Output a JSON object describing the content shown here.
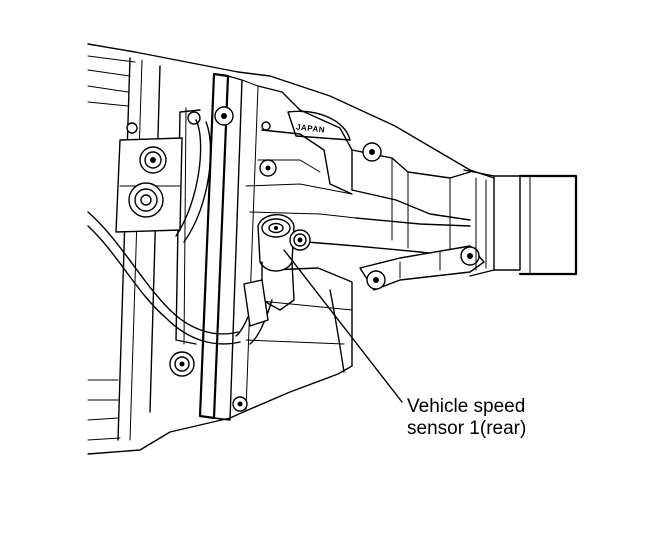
{
  "diagram": {
    "callout": {
      "line1": "Vehicle speed",
      "line2": "sensor 1(rear)"
    },
    "case_stamp": "JAPAN"
  }
}
